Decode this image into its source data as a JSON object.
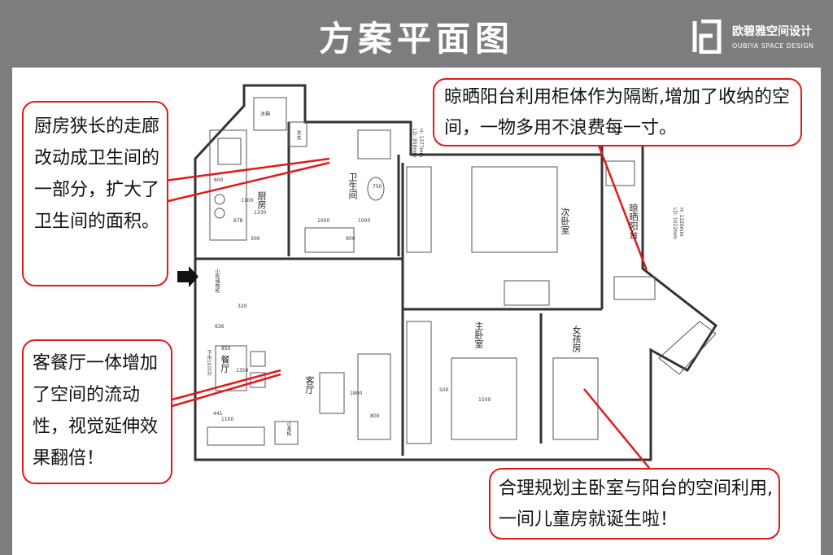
{
  "header": {
    "title": "方案平面图",
    "brand_name": "欧碧雅空间设计",
    "brand_sub": "OUBIYA SPACE DESIGN"
  },
  "callouts": {
    "kitchen": "厨房狭长的走廊改动成卫生间的一部分，扩大了卫生间的面积。",
    "balcony": "晾晒阳台利用柜体作为隔断,增加了收纳的空间，一物多用不浪费每一寸。",
    "living": "客餐厅一体增加了空间的流动性，视觉延伸效果翻倍！",
    "bedroom": "合理规划主卧室与阳台的空间利用,一间儿童房就诞生啦！"
  },
  "rooms": {
    "kitchen": "厨房",
    "bathroom": "卫生间",
    "second_bedroom": "次卧室",
    "master_bedroom": "主卧室",
    "girl_room": "女孩房",
    "drying_balcony": "晾晒阳台",
    "dining": "餐厅",
    "living": "客厅"
  },
  "annotations": {
    "washer": "洗衣",
    "fridge": "冰箱",
    "small_cabinet": "小柜",
    "cabinet_note": "小柜储物柜",
    "dining_note": "下吊10公分",
    "tea_cabinet": "小茶柜",
    "toilet": "750",
    "ld1": "LD: 958mm",
    "ld1b": "H: 1377mm",
    "ld2": "LD: 1022mm",
    "ld2b": "H: 1320mm"
  },
  "dimensions": {
    "d600": "600",
    "d1100": "1100",
    "d1330": "1330",
    "d678": "678",
    "d300": "300",
    "d1000a": "1000",
    "d1000b": "1000",
    "d900": "900",
    "d320": "320",
    "d636": "636",
    "d850": "850",
    "d1350": "1350",
    "d1800": "1800",
    "d800": "800",
    "d500": "500",
    "d1500": "1500",
    "d1100b": "1100",
    "d441": "441"
  },
  "colors": {
    "callout_border": "#e01a1a",
    "header_bg": "#7c7d7f",
    "wall": "#333333"
  }
}
